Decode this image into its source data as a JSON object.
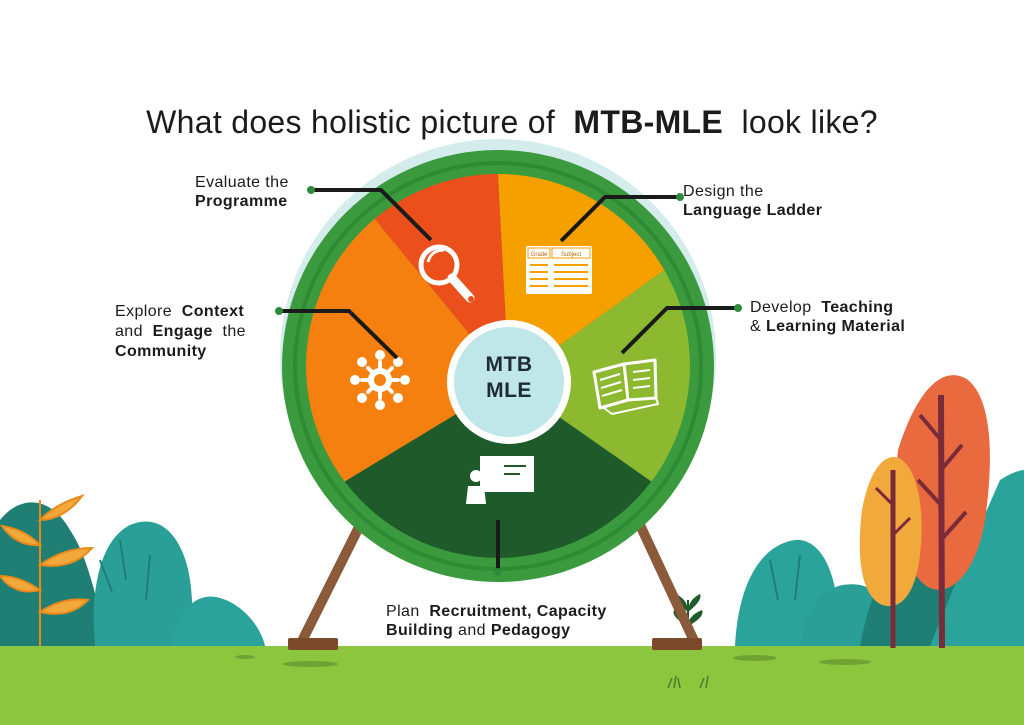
{
  "title": {
    "pre": "What does holistic picture of",
    "bold": "MTB-MLE",
    "post": "look like?"
  },
  "center": {
    "line1": "MTB",
    "line2": "MLE"
  },
  "segments": [
    {
      "id": "evaluate",
      "icon": "magnifier-icon",
      "color": "#ea4f1c",
      "label": {
        "pre": "Evaluate the",
        "bold": "Programme"
      }
    },
    {
      "id": "design",
      "icon": "grade-subject-table-icon",
      "color": "#f6a000",
      "icon_text": [
        "Grade",
        "Subject"
      ],
      "label": {
        "pre": "Design the",
        "bold": "Language Ladder"
      }
    },
    {
      "id": "develop",
      "icon": "open-book-icon",
      "color": "#8cb92f",
      "label": {
        "pre": "Develop",
        "bold1": "Teaching",
        "amp": "&",
        "bold2": "Learning Material"
      }
    },
    {
      "id": "plan",
      "icon": "teacher-at-board-icon",
      "color": "#1f5a2b",
      "label": {
        "pre": "Plan",
        "bold1": "Recruitment, Capacity",
        "bold2": "Building",
        "mid": "and",
        "bold3": "Pedagogy"
      }
    },
    {
      "id": "explore",
      "icon": "community-circle-icon",
      "color": "#f57f0f",
      "label": {
        "pre": "Explore",
        "bold1": "Context",
        "mid1": "and",
        "bold2": "Engage",
        "mid2": "the",
        "bold3": "Community"
      }
    }
  ],
  "colors": {
    "rim_outer": "#3a9a3d",
    "rim_inner": "#2f8a34",
    "ground": "#8cc63f",
    "hub": "#bfe6e8",
    "connector": "#1a1a1a",
    "dot": "#2e8b3a"
  }
}
